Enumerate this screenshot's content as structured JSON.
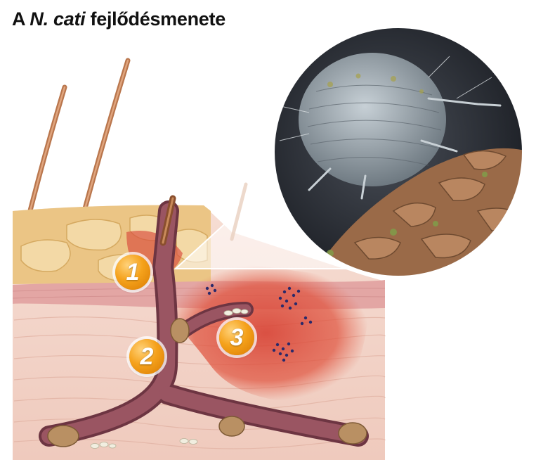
{
  "title": {
    "prefix": "A",
    "species": "N. cati",
    "suffix": "fejlődésmenete"
  },
  "markers": [
    "1",
    "2",
    "3"
  ],
  "colors": {
    "badge": "#f5a21c",
    "skin": "#f2d3c7",
    "stratum_corneum": "#e8c27a",
    "inflammation": "#d94a3c",
    "tunnel": "#8e4a55"
  }
}
